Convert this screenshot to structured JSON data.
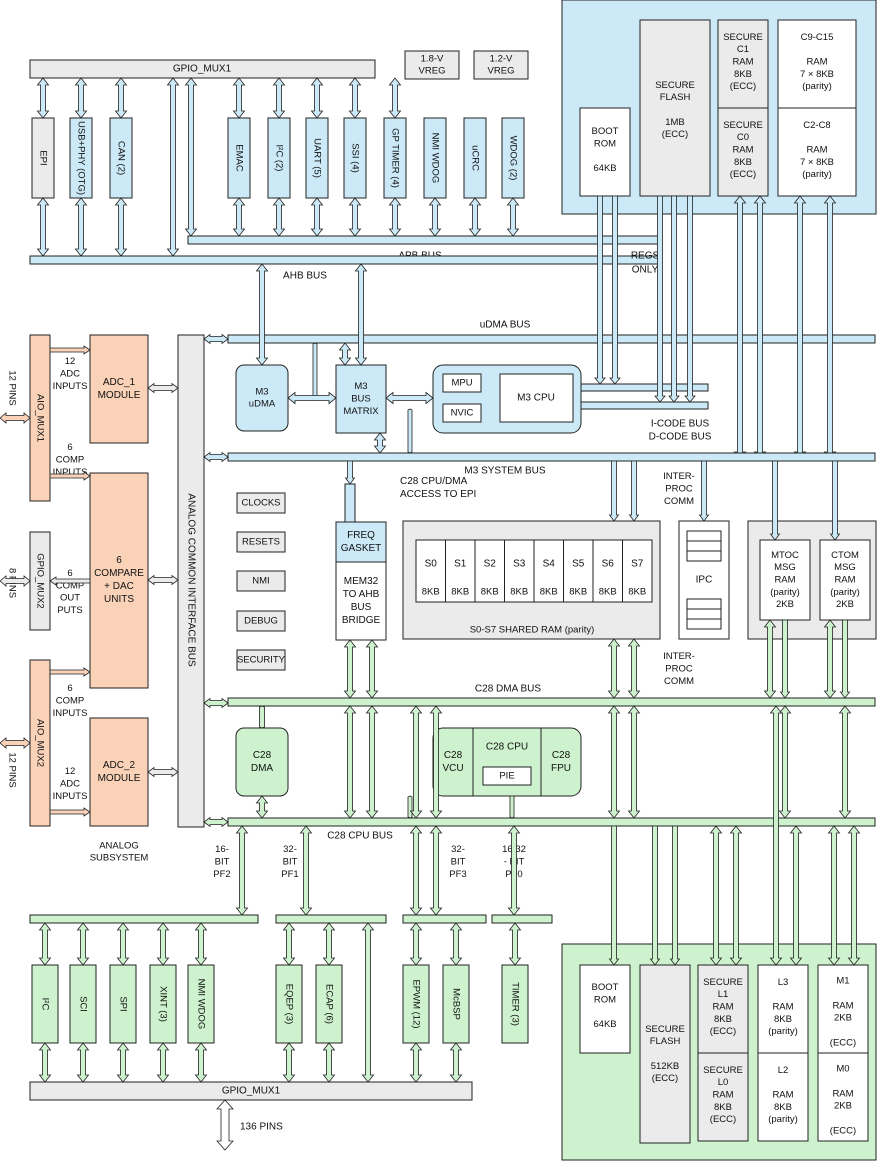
{
  "colors": {
    "blue": "#cce9f8",
    "green": "#cdf2cd",
    "orange": "#f9d2b8",
    "gray": "#ebebeb",
    "white": "#ffffff",
    "stroke": "#222222"
  },
  "peripherals_m3": [
    {
      "id": "epi",
      "label": "EPI"
    },
    {
      "id": "usb",
      "label": "USB+PHY (OTG)"
    },
    {
      "id": "can",
      "label": "CAN (2)"
    },
    {
      "id": "emac",
      "label": "EMAC"
    },
    {
      "id": "i2c",
      "label": "I²C (2)"
    },
    {
      "id": "uart",
      "label": "UART (5)"
    },
    {
      "id": "ssi",
      "label": "SSI (4)"
    },
    {
      "id": "gptimer",
      "label": "GP TIMER (4)"
    },
    {
      "id": "nmiwdog",
      "label": "NMI WDOG"
    },
    {
      "id": "ucrc",
      "label": "uCRC"
    },
    {
      "id": "wdog",
      "label": "WDOG (2)"
    }
  ],
  "peripherals_c28": [
    {
      "id": "i2c_c28",
      "label": "I²C"
    },
    {
      "id": "sci",
      "label": "SCI"
    },
    {
      "id": "spi",
      "label": "SPI"
    },
    {
      "id": "xint",
      "label": "XINT (3)"
    },
    {
      "id": "nmiwdog_c28",
      "label": "NMI WDOG"
    },
    {
      "id": "eqep",
      "label": "EQEP (3)"
    },
    {
      "id": "ecap",
      "label": "ECAP (6)"
    },
    {
      "id": "epwm",
      "label": "EPWM (12)"
    },
    {
      "id": "mcbsp",
      "label": "McBSP"
    },
    {
      "id": "timer",
      "label": "TIMER (3)"
    }
  ],
  "buses": {
    "gpio_mux1_top": "GPIO_MUX1",
    "gpio_mux1_bottom": "GPIO_MUX1",
    "apb": "APB  BUS",
    "ahb": "AHB BUS",
    "udma": "uDMA BUS",
    "m3_system": "M3 SYSTEM BUS",
    "c28_dma": "C28 DMA BUS",
    "c28_cpu": "C28  CPU BUS",
    "analog_common": "ANALOG  COMMON  INTERFACE  BUS",
    "icode": "I-CODE BUS",
    "dcode": "D-CODE BUS",
    "regs_only": [
      "REGS",
      "ONLY"
    ],
    "access_epi": [
      "C28 CPU/DMA",
      "ACCESS TO EPI"
    ],
    "interproc_top": [
      "INTER-",
      "PROC",
      "COMM"
    ],
    "interproc_bottom": [
      "INTER-",
      "PROC",
      "COMM"
    ]
  },
  "vreg": [
    [
      "1.8-V",
      "VREG"
    ],
    [
      "1.2-V",
      "VREG"
    ]
  ],
  "m3_memory": {
    "boot_rom": [
      "BOOT",
      "ROM",
      "",
      "64KB"
    ],
    "secure_flash": [
      "SECURE",
      "FLASH",
      "",
      "1MB",
      "(ECC)"
    ],
    "secure_c1": [
      "SECURE",
      "C1",
      "RAM",
      "8KB",
      "(ECC)"
    ],
    "secure_c0": [
      "SECURE",
      "C0",
      "RAM",
      "8KB",
      "(ECC)"
    ],
    "c9_c15": [
      "C9-C15",
      "",
      "RAM",
      "7 × 8KB",
      "(parity)"
    ],
    "c2_c8": [
      "C2-C8",
      "",
      "RAM",
      "7 × 8KB",
      "(parity)"
    ]
  },
  "m3_core": {
    "udma": [
      "M3",
      "uDMA"
    ],
    "bus_matrix": [
      "M3",
      "BUS",
      "MATRIX"
    ],
    "mpu": "MPU",
    "nvic": "NVIC",
    "cpu": "M3  CPU"
  },
  "analog": {
    "aio_mux1": "AIO_MUX1",
    "aio_mux2": "AIO_MUX2",
    "gpio_mux2": "GPIO_MUX2",
    "pins_12_top": "12 PINS",
    "pins_8": "8 PINS",
    "pins_12_bottom": "12 PINS",
    "adc_inputs_top": [
      "12",
      "ADC",
      "INPUTS"
    ],
    "comp_inputs_top": [
      "6",
      "COMP",
      "INPUTS"
    ],
    "comp_outputs": [
      "6",
      "COMP",
      "OUT",
      "PUTS"
    ],
    "comp_inputs_bottom": [
      "6",
      "COMP",
      "INPUTS"
    ],
    "adc_inputs_bottom": [
      "12",
      "ADC",
      "INPUTS"
    ],
    "adc1": [
      "ADC_1",
      "MODULE"
    ],
    "compare_dac": [
      "6",
      "COMPARE",
      "+ DAC",
      "UNITS"
    ],
    "adc2": [
      "ADC_2",
      "MODULE"
    ],
    "subsystem": [
      "ANALOG",
      "SUBSYSTEM"
    ]
  },
  "system": [
    "CLOCKS",
    "RESETS",
    "NMI",
    "DEBUG",
    "SECURITY"
  ],
  "bridge": {
    "freq_gasket": [
      "FREQ",
      "GASKET"
    ],
    "mem32": [
      "MEM32",
      "TO AHB",
      "BUS",
      "BRIDGE"
    ]
  },
  "shared_ram": {
    "blocks": [
      "S0",
      "S1",
      "S2",
      "S3",
      "S4",
      "S5",
      "S6",
      "S7"
    ],
    "size": "8KB",
    "caption": "S0-S7 SHARED RAM (parity)"
  },
  "ipc": "IPC",
  "msg_ram": [
    [
      "MTOC",
      "MSG",
      "RAM",
      "(parity)",
      "2KB"
    ],
    [
      "CTOM",
      "MSG",
      "RAM",
      "(parity)",
      "2KB"
    ]
  ],
  "c28_core": {
    "dma": [
      "C28",
      "DMA"
    ],
    "vcu": [
      "C28",
      "VCU"
    ],
    "cpu": "C28  CPU",
    "pie": "PIE",
    "fpu": [
      "C28",
      "FPU"
    ]
  },
  "pf_labels": [
    [
      "16-",
      "BIT",
      "PF2"
    ],
    [
      "32-",
      "BIT",
      "PF1"
    ],
    [
      "32-",
      "BIT",
      "PF3"
    ],
    [
      "16/32",
      "- BIT",
      "PF0"
    ]
  ],
  "pins_136": "136 PINS",
  "c28_memory": {
    "boot_rom": [
      "BOOT",
      "ROM",
      "",
      "64KB"
    ],
    "secure_flash": [
      "SECURE",
      "FLASH",
      "",
      "512KB",
      "(ECC)"
    ],
    "secure_l1": [
      "SECURE",
      "L1",
      "RAM",
      "8KB",
      "(ECC)"
    ],
    "secure_l0": [
      "SECURE",
      "L0",
      "RAM",
      "8KB",
      "(ECC)"
    ],
    "l3": [
      "L3",
      "",
      "RAM",
      "8KB",
      "(parity)"
    ],
    "l2": [
      "L2",
      "",
      "RAM",
      "8KB",
      "(parity)"
    ],
    "m1": [
      "M1",
      "",
      "RAM",
      "2KB",
      "",
      "(ECC)"
    ],
    "m0": [
      "M0",
      "",
      "RAM",
      "2KB",
      "",
      "(ECC)"
    ]
  }
}
